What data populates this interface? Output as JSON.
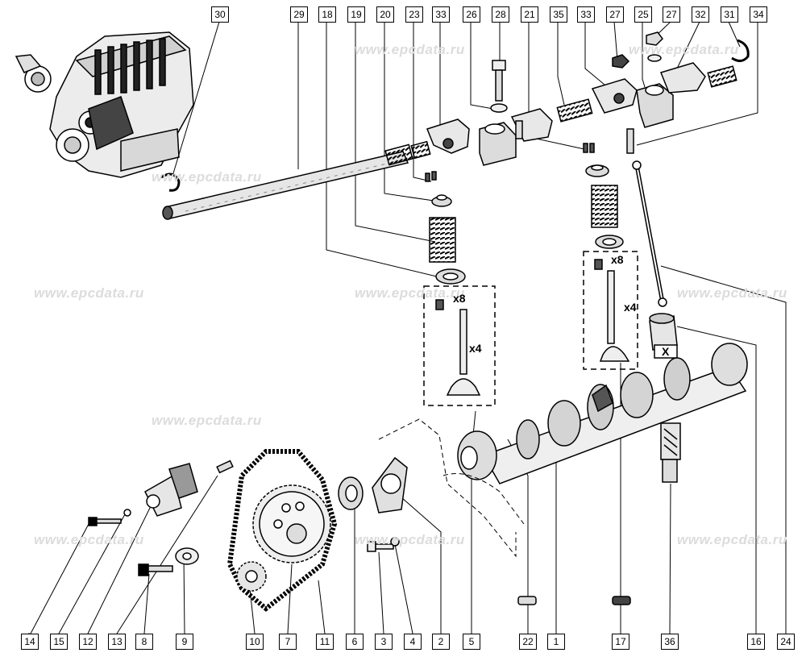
{
  "watermark": "www.epcdata.ru",
  "quantity_labels": {
    "x8": "x8",
    "x4": "x4",
    "x": "X"
  },
  "callouts": {
    "c30": "30",
    "c29": "29",
    "c18": "18",
    "c19": "19",
    "c20": "20",
    "c23": "23",
    "c33a": "33",
    "c26": "26",
    "c28": "28",
    "c21": "21",
    "c35": "35",
    "c33b": "33",
    "c27a": "27",
    "c25": "25",
    "c27b": "27",
    "c32": "32",
    "c31": "31",
    "c34": "34",
    "c14": "14",
    "c15": "15",
    "c12": "12",
    "c13": "13",
    "c8": "8",
    "c9": "9",
    "c10": "10",
    "c7": "7",
    "c11": "11",
    "c6": "6",
    "c3": "3",
    "c4": "4",
    "c2": "2",
    "c5": "5",
    "c22": "22",
    "c1": "1",
    "c17": "17",
    "c36": "36",
    "c16": "16",
    "c24": "24"
  },
  "colors": {
    "ink": "#000000",
    "watermark": "#dcdcdc",
    "part_fill": "#f2f2f2",
    "part_shade": "#9a9a9a"
  }
}
